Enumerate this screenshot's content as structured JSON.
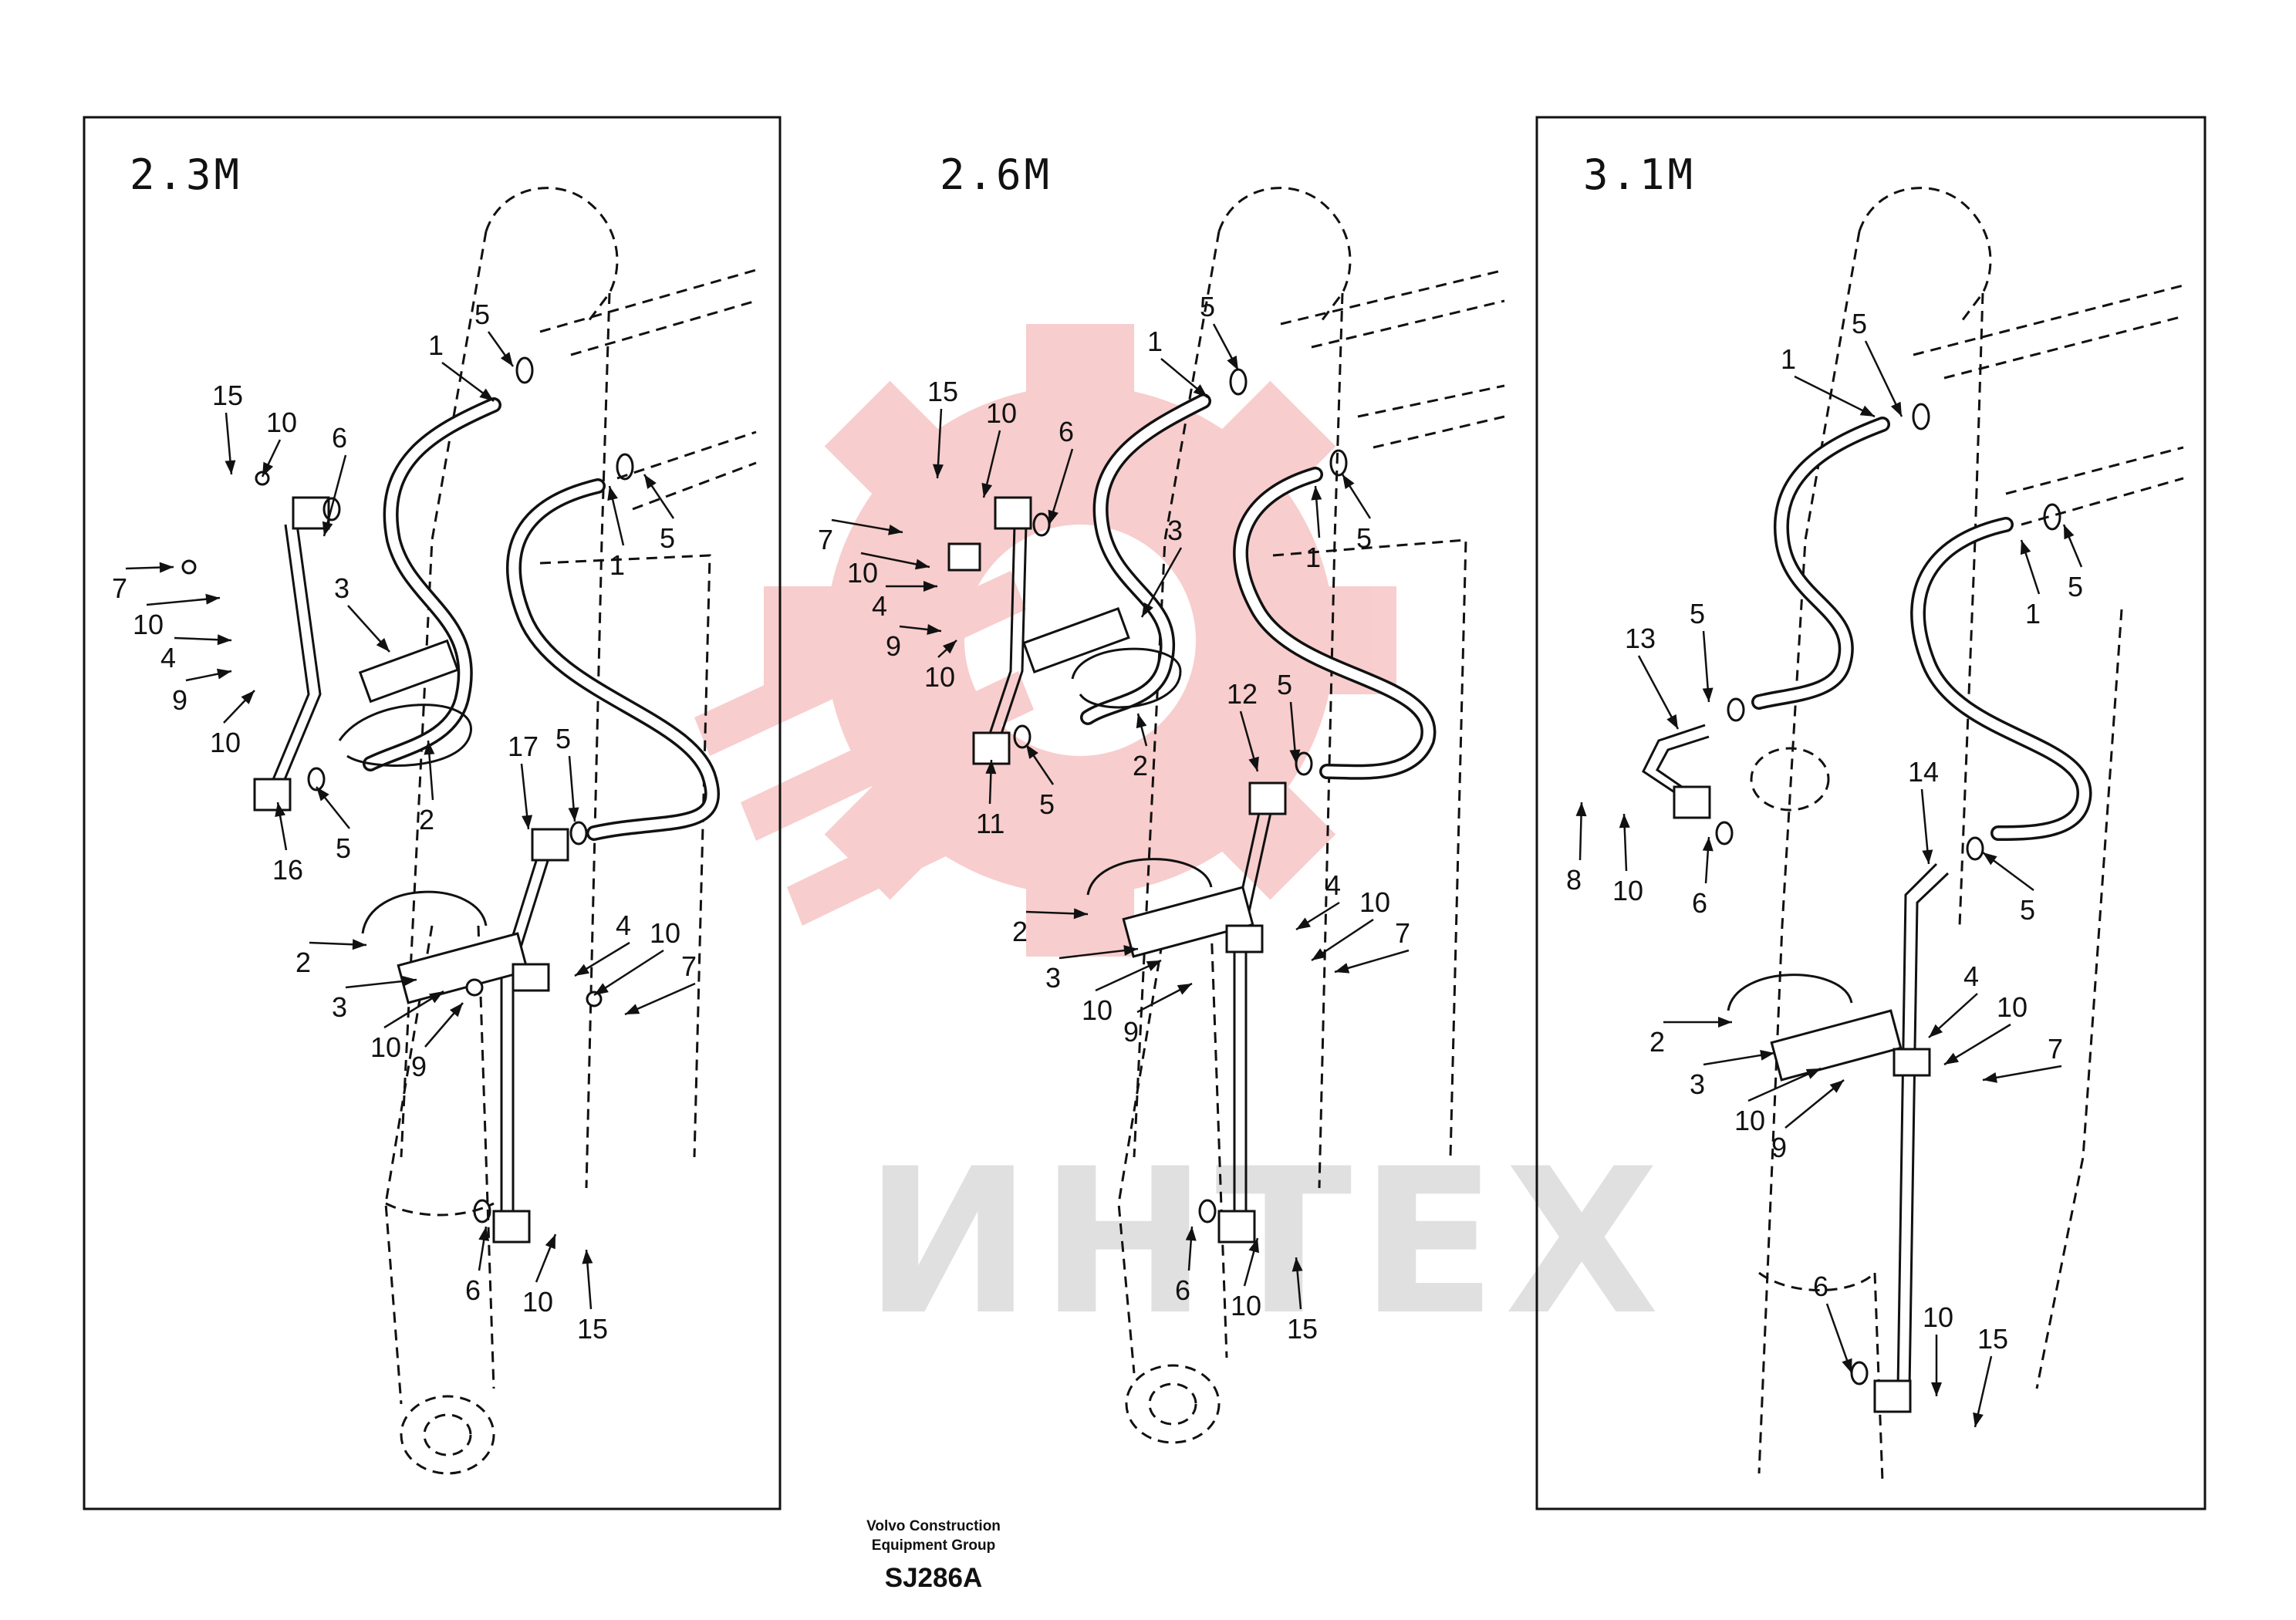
{
  "panels": [
    {
      "id": "left",
      "title": "2.3M",
      "framed": true
    },
    {
      "id": "middle",
      "title": "2.6M",
      "framed": false
    },
    {
      "id": "right",
      "title": "3.1M",
      "framed": true
    }
  ],
  "callouts": {
    "left": [
      "15",
      "10",
      "6",
      "1",
      "5",
      "5",
      "1",
      "7",
      "10",
      "3",
      "4",
      "9",
      "10",
      "2",
      "16",
      "5",
      "17",
      "5",
      "2",
      "3",
      "4",
      "10",
      "7",
      "10",
      "9",
      "6",
      "10",
      "15"
    ],
    "middle": [
      "15",
      "10",
      "6",
      "1",
      "5",
      "5",
      "1",
      "7",
      "3",
      "10",
      "4",
      "9",
      "10",
      "11",
      "5",
      "2",
      "12",
      "5",
      "2",
      "4",
      "10",
      "3",
      "7",
      "10",
      "9",
      "6",
      "10",
      "15"
    ],
    "right": [
      "1",
      "5",
      "5",
      "1",
      "13",
      "5",
      "8",
      "10",
      "6",
      "14",
      "5",
      "2",
      "4",
      "10",
      "7",
      "3",
      "10",
      "9",
      "6",
      "10",
      "15"
    ]
  },
  "watermark": {
    "text": "ИНТЕХ",
    "logo_color": "#f4a5a5",
    "text_color": "#c8c8c8"
  },
  "footer": {
    "company_line1": "Volvo Construction",
    "company_line2": "Equipment Group",
    "drawing_code": "SJ286A"
  }
}
